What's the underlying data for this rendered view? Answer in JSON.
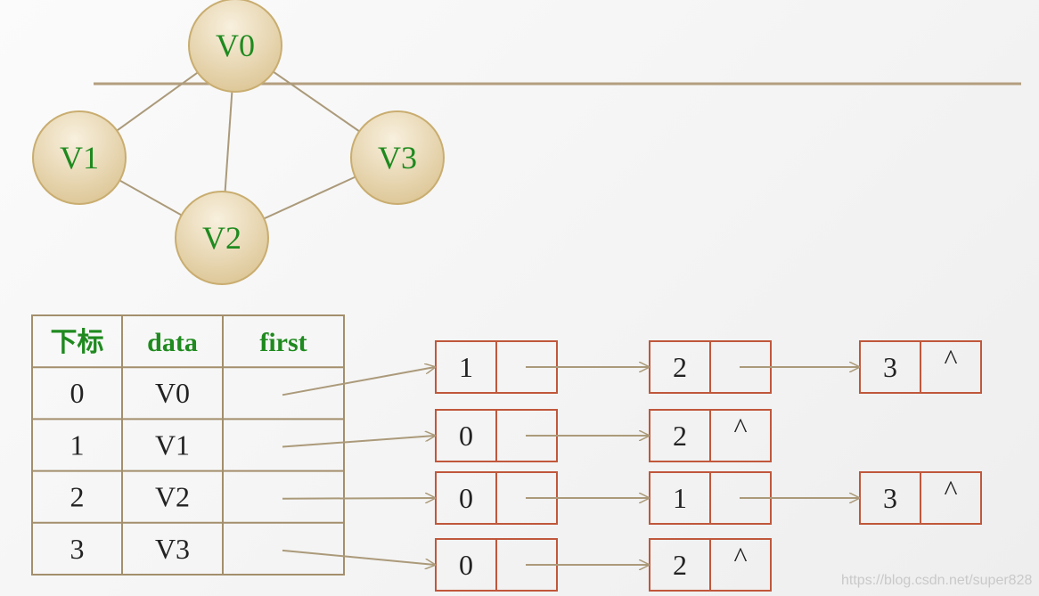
{
  "graph": {
    "nodes": [
      {
        "id": "V0",
        "label": "V0"
      },
      {
        "id": "V1",
        "label": "V1"
      },
      {
        "id": "V2",
        "label": "V2"
      },
      {
        "id": "V3",
        "label": "V3"
      }
    ],
    "edges": [
      [
        "V0",
        "V1"
      ],
      [
        "V0",
        "V2"
      ],
      [
        "V0",
        "V3"
      ],
      [
        "V1",
        "V2"
      ],
      [
        "V2",
        "V3"
      ]
    ]
  },
  "table": {
    "headers": [
      "下标",
      "data",
      "first"
    ],
    "rows": [
      {
        "index": "0",
        "data": "V0"
      },
      {
        "index": "1",
        "data": "V1"
      },
      {
        "index": "2",
        "data": "V2"
      },
      {
        "index": "3",
        "data": "V3"
      }
    ]
  },
  "adjacency_lists": [
    [
      {
        "adjvex": "1",
        "next": ""
      },
      {
        "adjvex": "2",
        "next": ""
      },
      {
        "adjvex": "3",
        "next": "^"
      }
    ],
    [
      {
        "adjvex": "0",
        "next": ""
      },
      {
        "adjvex": "2",
        "next": "^"
      }
    ],
    [
      {
        "adjvex": "0",
        "next": ""
      },
      {
        "adjvex": "1",
        "next": ""
      },
      {
        "adjvex": "3",
        "next": "^"
      }
    ],
    [
      {
        "adjvex": "0",
        "next": ""
      },
      {
        "adjvex": "2",
        "next": "^"
      }
    ]
  ],
  "watermark": "https://blog.csdn.net/super828",
  "colors": {
    "node_fill_light": "#f6ecd6",
    "node_fill_dark": "#ddc89a",
    "node_stroke": "#c9ad70",
    "line": "#ab9a7a",
    "label_green": "#1f8a1f",
    "box_stroke": "#c0573b",
    "table_stroke": "#a38f6c"
  }
}
